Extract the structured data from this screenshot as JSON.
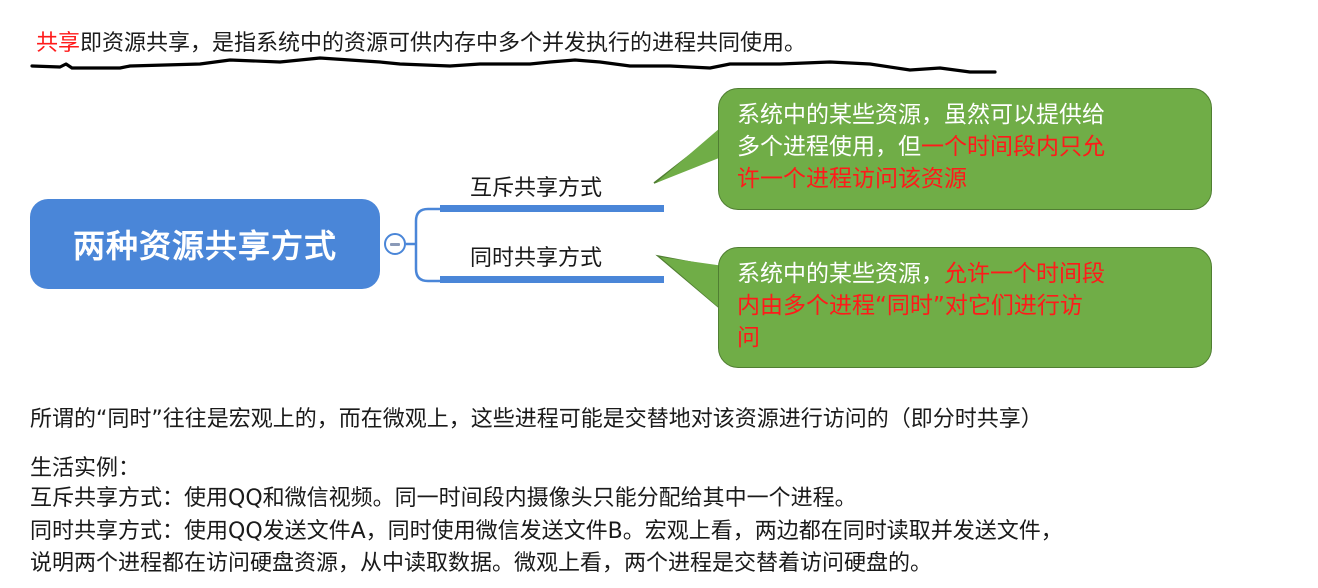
{
  "intro": {
    "highlight": "共享",
    "rest": "即资源共享，是指系统中的资源可供内存中多个并发执行的进程共同使用。"
  },
  "mindmap": {
    "central_node": "两种资源共享方式",
    "collapse_icon": "minus-circle-icon",
    "branches": [
      {
        "label": "互斥共享方式"
      },
      {
        "label": "同时共享方式"
      }
    ],
    "callouts": [
      {
        "normal_line1": "系统中的某些资源，虽然可以提供给",
        "normal_line2": "多个进程使用，但",
        "red_line2": "一个时间段内只允",
        "red_line3": "许一个进程访问该资源"
      },
      {
        "normal_line1": "系统中的某些资源，",
        "red_line1": "允许一个时间段",
        "red_line2": "内由多个进程“同时”对它们进行访",
        "red_line3": "问"
      }
    ]
  },
  "body": {
    "note": "所谓的“同时”往往是宏观上的，而在微观上，这些进程可能是交替地对该资源进行访问的（即分时共享）",
    "examples_title": "生活实例：",
    "example1": "互斥共享方式：使用QQ和微信视频。同一时间段内摄像头只能分配给其中一个进程。",
    "example2_line1": "同时共享方式：使用QQ发送文件A，同时使用微信发送文件B。宏观上看，两边都在同时读取并发送文件，",
    "example2_line2": "说明两个进程都在访问硬盘资源，从中读取数据。微观上看，两个进程是交替着访问硬盘的。"
  },
  "colors": {
    "accent_red": "#ff1a1a",
    "node_blue": "#4a86d8",
    "callout_green": "#70ad47"
  }
}
